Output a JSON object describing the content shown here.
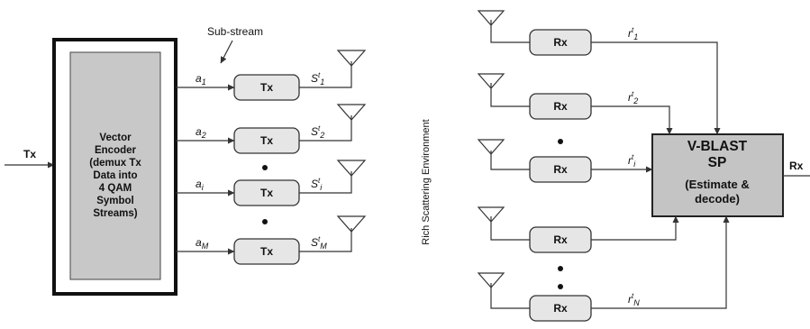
{
  "tx": {
    "input_label": "Tx",
    "substream_label": "Sub-stream",
    "encoder_lines": [
      "Vector",
      "Encoder",
      "(demux Tx",
      "Data into",
      "4 QAM",
      "Symbol",
      "Streams)"
    ],
    "rows": [
      {
        "a_main": "a",
        "a_sub": "1",
        "block": "Tx",
        "s_main": "S",
        "s_sup": "t",
        "s_sub": "1"
      },
      {
        "a_main": "a",
        "a_sub": "2",
        "block": "Tx",
        "s_main": "S",
        "s_sup": "t",
        "s_sub": "2"
      },
      {
        "a_main": "a",
        "a_sub": "i",
        "block": "Tx",
        "s_main": "S",
        "s_sup": "t",
        "s_sub": "i"
      },
      {
        "a_main": "a",
        "a_sub": "M",
        "block": "Tx",
        "s_main": "S",
        "s_sup": "t",
        "s_sub": "M"
      }
    ]
  },
  "channel": {
    "label": "Rich Scattering Environment"
  },
  "rx": {
    "rows": [
      {
        "block": "Rx",
        "r_main": "r",
        "r_sup": "t",
        "r_sub": "1"
      },
      {
        "block": "Rx",
        "r_main": "r",
        "r_sup": "t",
        "r_sub": "2"
      },
      {
        "block": "Rx",
        "r_main": "r",
        "r_sup": "t",
        "r_sub": "i"
      },
      {
        "block": "Rx",
        "r_main": "",
        "r_sup": "",
        "r_sub": ""
      },
      {
        "block": "Rx",
        "r_main": "r",
        "r_sup": "t",
        "r_sub": "N"
      }
    ],
    "processor_lines": [
      "V-BLAST",
      "SP",
      "(Estimate &",
      "decode)"
    ],
    "output_label": "Rx"
  }
}
